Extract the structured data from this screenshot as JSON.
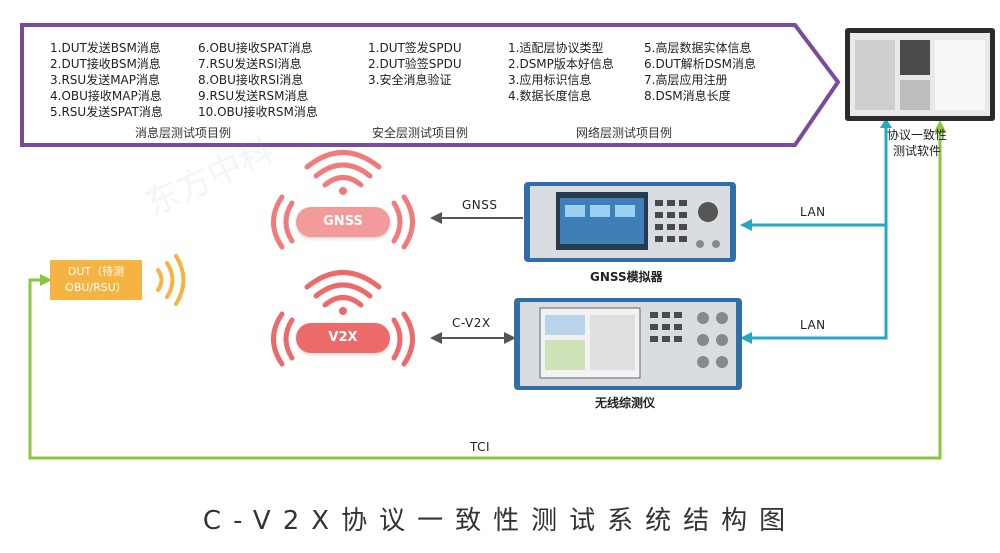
{
  "message_layer": {
    "title": "消息层测试项目例",
    "items_col1": [
      "1.DUT发送BSM消息",
      "2.DUT接收BSM消息",
      "3.RSU发送MAP消息",
      "4.OBU接收MAP消息",
      "5.RSU发送SPAT消息"
    ],
    "items_col2": [
      "6.OBU接收SPAT消息",
      "7.RSU发送RSI消息",
      "8.OBU接收RSI消息",
      "9.RSU发送RSM消息",
      "10.OBU接收RSM消息"
    ]
  },
  "security_layer": {
    "title": "安全层测试项目例",
    "items": [
      "1.DUT签发SPDU",
      "2.DUT验签SPDU",
      "3.安全消息验证"
    ]
  },
  "network_layer": {
    "title": "网络层测试项目例",
    "items_col1": [
      "1.适配层协议类型",
      "2.DSMP版本好信息",
      "3.应用标识信息",
      "4.数据长度信息"
    ],
    "items_col2": [
      "5.高层数据实体信息",
      "6.DUT解析DSM消息",
      "7.高层应用注册",
      "8.DSM消息长度"
    ]
  },
  "test_software": {
    "label_line1": "协议一致性",
    "label_line2": "测试软件"
  },
  "gnss_simulator": {
    "label": "GNSS模拟器"
  },
  "radio_tester": {
    "label": "无线综测仪"
  },
  "gnss_bubble": {
    "label": "GNSS"
  },
  "v2x_bubble": {
    "label": "V2X"
  },
  "dut": {
    "line1": "DUT（待测",
    "line2": "OBU/RSU）"
  },
  "links": {
    "gnss": "GNSS",
    "cv2x": "C-V2X",
    "lan_top": "LAN",
    "lan_bottom": "LAN",
    "tci": "TCI"
  },
  "footer": {
    "title": "C-V2X协议一致性测试系统结构图"
  },
  "watermark": {
    "text": "东方中科"
  },
  "colors": {
    "panel_border": "#7a4b9a",
    "lan_line": "#2aa7c0",
    "tci_line": "#8cc63f",
    "bubble": "#f39a9a",
    "dut": "#f5b341"
  }
}
